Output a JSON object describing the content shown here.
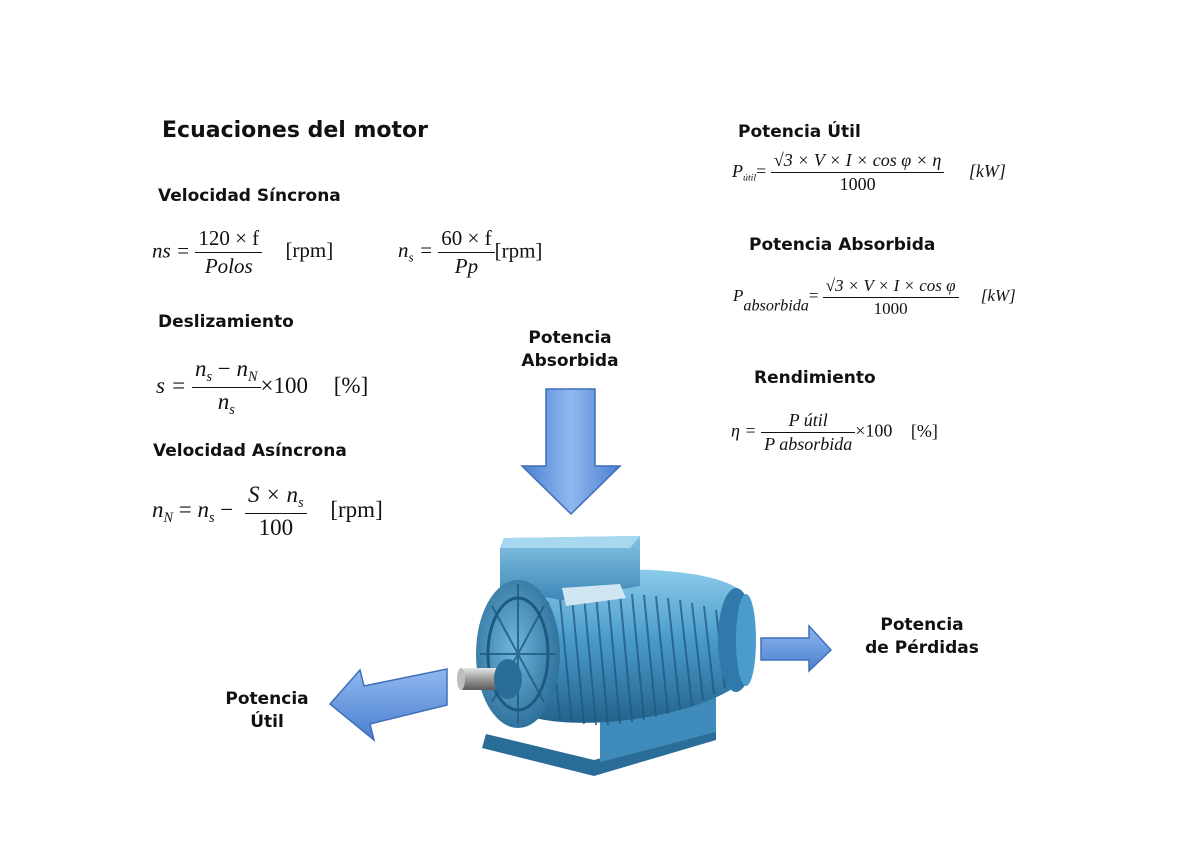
{
  "title": "Ecuaciones del motor",
  "sections": {
    "velocidad_sincrona": {
      "heading": "Velocidad Síncrona",
      "eq1_lhs": "ns =",
      "eq1_num": "120 × f",
      "eq1_den": "Polos",
      "eq1_unit": "[rpm]",
      "eq2_lhs": "n",
      "eq2_lhs_sub": "s",
      "eq2_eq": " =",
      "eq2_num": "60 × f",
      "eq2_den": "Pp",
      "eq2_unit": "[rpm]"
    },
    "deslizamiento": {
      "heading": "Deslizamiento",
      "lhs": "s =",
      "num_a": "n",
      "num_a_sub": "s",
      "num_op": " − ",
      "num_b": "n",
      "num_b_sub": "N",
      "den": "n",
      "den_sub": "s",
      "factor": "×100",
      "unit": "[%]"
    },
    "velocidad_asincrona": {
      "heading": "Velocidad Asíncrona",
      "lhs": "n",
      "lhs_sub": "N",
      "eq": " = ",
      "ns": "n",
      "ns_sub": "s",
      "minus": " − ",
      "num_a": "S  ×  n",
      "num_a_sub": "s",
      "den": "100",
      "unit": "[rpm]"
    },
    "potencia_util": {
      "heading": "Potencia Útil",
      "lhs": "P",
      "lhs_sub": "útil",
      "eq": "=",
      "num": "√3  × V × I × cos φ × η",
      "den": "1000",
      "unit": "[kW]"
    },
    "potencia_absorbida": {
      "heading": "Potencia Absorbida",
      "lhs": "P",
      "lhs_sub": "absorbida",
      "eq": "=",
      "num": "√3  × V × I × cos φ",
      "den": "1000",
      "unit": "[kW]"
    },
    "rendimiento": {
      "heading": "Rendimiento",
      "lhs": "η =",
      "num": "P útil",
      "den": "P absorbida",
      "factor": "×100",
      "unit": "[%]"
    }
  },
  "diagram": {
    "input_label_line1": "Potencia",
    "input_label_line2": "Absorbida",
    "output_label_line1": "Potencia",
    "output_label_line2": "Útil",
    "loss_label_line1": "Potencia",
    "loss_label_line2": "de Pérdidas",
    "arrow_color": "#5b8fd9",
    "arrow_edge_color": "#3f6fb8",
    "motor_color": "#4a9ccc",
    "motor_dark_color": "#2a6d98",
    "motor_light_color": "#7fc0e3"
  }
}
